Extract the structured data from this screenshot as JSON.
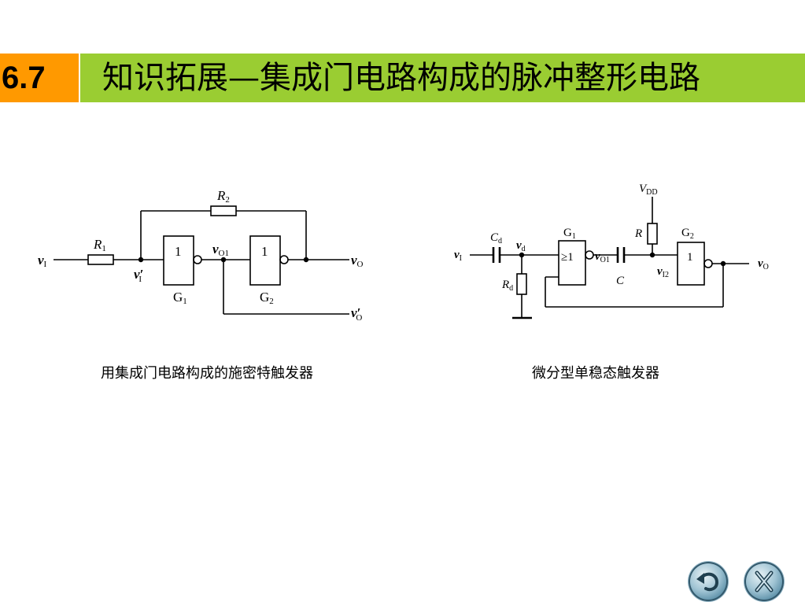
{
  "header": {
    "section_number": "6.7",
    "title": "知识拓展—集成门电路构成的脉冲整形电路",
    "colors": {
      "number_bg": "#FF9900",
      "title_bg": "#9ACD32"
    }
  },
  "diagram_left": {
    "caption": "用集成门电路构成的施密特触发器",
    "labels": {
      "r1": "R",
      "r1_sub": "1",
      "r2": "R",
      "r2_sub": "2",
      "vi": "v",
      "vi_sub": "I",
      "vi_prime": "v′",
      "vi_prime_sub": "I",
      "vo1": "v",
      "vo1_sub": "O1",
      "vo": "v",
      "vo_sub": "O",
      "vo_prime": "v′",
      "vo_prime_sub": "O",
      "g1": "G",
      "g1_sub": "1",
      "g2": "G",
      "g2_sub": "2",
      "gate1_symbol": "1",
      "gate2_symbol": "1"
    }
  },
  "diagram_right": {
    "caption": "微分型单稳态触发器",
    "labels": {
      "vi": "v",
      "vi_sub": "I",
      "cd": "C",
      "cd_sub": "d",
      "vd": "v",
      "vd_sub": "d",
      "rd": "R",
      "rd_sub": "d",
      "g1": "G",
      "g1_sub": "1",
      "gate1_symbol": "≥1",
      "vo1": "v",
      "vo1_sub": "O1",
      "c": "C",
      "vdd": "V",
      "vdd_sub": "DD",
      "r": "R",
      "vi2": "v",
      "vi2_sub": "I2",
      "g2": "G",
      "g2_sub": "2",
      "gate2_symbol": "1",
      "vo": "v",
      "vo_sub": "O"
    }
  },
  "nav": {
    "back_icon": "return-arrow-icon",
    "close_icon": "close-x-icon"
  }
}
